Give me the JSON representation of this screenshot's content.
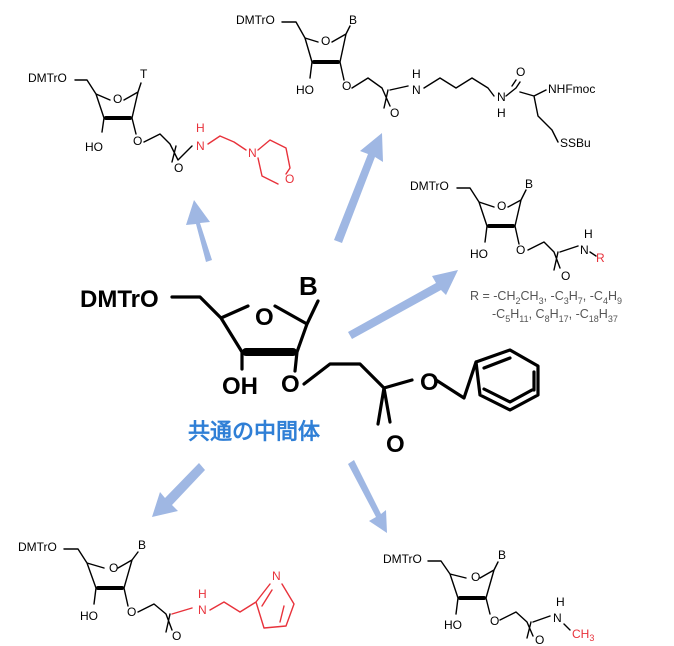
{
  "labels": {
    "dmtro": "DMTrO",
    "t": "T",
    "b": "B",
    "ho": "HO",
    "oh": "OH",
    "o": "O",
    "n": "N",
    "h": "H",
    "r": "R",
    "nhfmoc": "NHFmoc",
    "ssbu": "SSBu",
    "ch3": "CH",
    "three": "3"
  },
  "caption": "共通の中間体",
  "r_groups": {
    "line1_prefix": "R = -CH",
    "line1_sub1": "2",
    "line1_mid1": "CH",
    "line1_sub2": "3",
    "line1_mid2": ", -C",
    "line1_sub3": "3",
    "line1_mid3": "H",
    "line1_sub4": "7",
    "line1_mid4": ", -C",
    "line1_sub5": "4",
    "line1_mid5": "H",
    "line1_sub6": "9",
    "line2_prefix": "-C",
    "line2_sub1": "5",
    "line2_mid1": "H",
    "line2_sub2": "11",
    "line2_mid2": ", C",
    "line2_sub3": "8",
    "line2_mid3": "H",
    "line2_sub4": "17",
    "line2_mid4": ", -C",
    "line2_sub5": "18",
    "line2_mid5": "H",
    "line2_sub6": "37"
  },
  "colors": {
    "arrow": "#9fb7e3",
    "highlight": "#e8323b",
    "caption": "#2f7fd6"
  }
}
